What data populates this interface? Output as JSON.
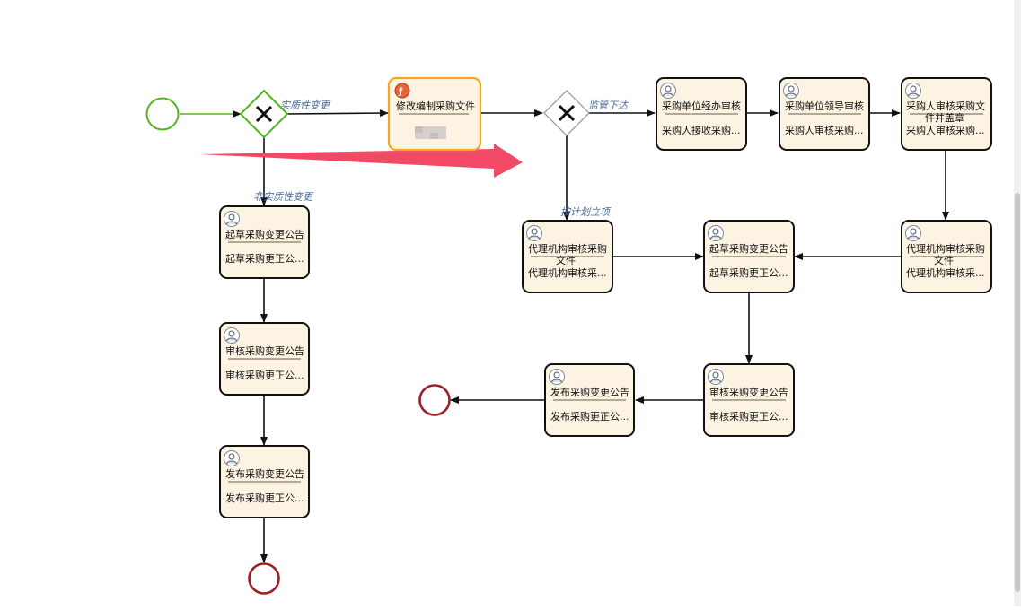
{
  "diagram": {
    "colors": {
      "start": "#52b520",
      "end": "#9b1f24",
      "task_fill": "#fdf3e3",
      "task_stroke": "#111111",
      "active_stroke": "#f5a623",
      "active_fill": "#fdf3e3",
      "gateway_active": "#52b520",
      "gateway": "#8a96a3",
      "arrow": "#111111",
      "highlight_arrow": "#f04a66",
      "flow_label": "#4a6a95"
    },
    "gateways": [
      {
        "id": "gw1",
        "label": "exclusive-gateway"
      },
      {
        "id": "gw2",
        "label": "exclusive-gateway"
      }
    ],
    "flow_labels": {
      "substantive": "实质性变更",
      "non_substantive": "非实质性变更",
      "supervision": "监管下达",
      "plan_project": "按计划立项"
    },
    "tasks": {
      "modify": {
        "title": "修改编制采购文件",
        "sub": ""
      },
      "l_draft": {
        "title": "起草采购变更公告",
        "sub": "起草采购更正公..."
      },
      "l_review": {
        "title": "审核采购变更公告",
        "sub": "审核采购更正公..."
      },
      "l_publish": {
        "title": "发布采购变更公告",
        "sub": "发布采购更正公..."
      },
      "unit_handler": {
        "title": "采购单位经办审核",
        "sub": "采购人接收采购..."
      },
      "unit_leader": {
        "title": "采购单位领导审核",
        "sub": "采购人审核采购..."
      },
      "purchaser_seal": {
        "title1": "采购人审核采购文",
        "title2": "件并盖章",
        "sub": "采购人审核采购..."
      },
      "agency_r": {
        "title1": "代理机构审核采购",
        "title2": "文件",
        "sub": "代理机构审核采..."
      },
      "agency_l": {
        "title1": "代理机构审核采购",
        "title2": "文件",
        "sub": "代理机构审核采..."
      },
      "r_draft": {
        "title": "起草采购变更公告",
        "sub": "起草采购更正公..."
      },
      "r_review": {
        "title": "审核采购变更公告",
        "sub": "审核采购更正公..."
      },
      "r_publish": {
        "title": "发布采购变更公告",
        "sub": "发布采购更正公..."
      }
    }
  }
}
